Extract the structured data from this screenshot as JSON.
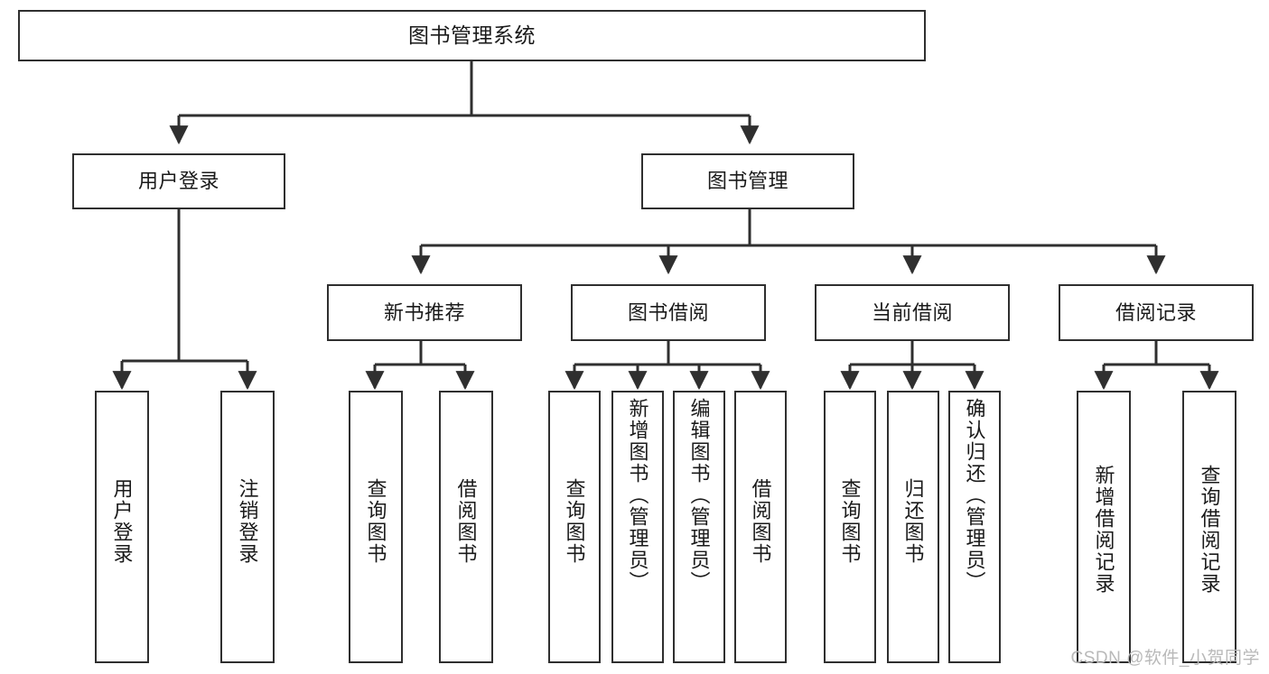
{
  "diagram": {
    "type": "tree-hierarchy",
    "title": "图书管理系统",
    "watermark": "CSDN @软件_小贺同学",
    "colors": {
      "box_border": "#2f2f2f",
      "box_fill": "#ffffff",
      "edge": "#2f2f2f",
      "text": "#1a1a1a",
      "watermark": "#b9b9b9"
    },
    "levels": {
      "root": "图书管理系统",
      "level2": [
        "用户登录",
        "图书管理"
      ],
      "level3": [
        "新书推荐",
        "图书借阅",
        "当前借阅",
        "借阅记录"
      ]
    },
    "nodes": {
      "root": {
        "label": "图书管理系统"
      },
      "user_login": {
        "label": "用户登录"
      },
      "book_manage": {
        "label": "图书管理"
      },
      "new_book_rec": {
        "label": "新书推荐"
      },
      "book_borrow": {
        "label": "图书借阅"
      },
      "current_borrow": {
        "label": "当前借阅"
      },
      "borrow_record": {
        "label": "借阅记录"
      },
      "leaf_user_login": {
        "label": "用户登录"
      },
      "leaf_user_logout": {
        "label": "注销登录"
      },
      "leaf_query_book_1": {
        "label": "查询图书"
      },
      "leaf_borrow_book_1": {
        "label": "借阅图书"
      },
      "leaf_query_book_2": {
        "label": "查询图书"
      },
      "leaf_add_book": {
        "label": "新增图书（管理员）"
      },
      "leaf_edit_book": {
        "label": "编辑图书（管理员）"
      },
      "leaf_borrow_book_2": {
        "label": "借阅图书"
      },
      "leaf_query_book_3": {
        "label": "查询图书"
      },
      "leaf_return_book": {
        "label": "归还图书"
      },
      "leaf_confirm_return": {
        "label": "确认归还（管理员）"
      },
      "leaf_add_record": {
        "label": "新增借阅记录"
      },
      "leaf_query_record": {
        "label": "查询借阅记录"
      }
    },
    "edges": [
      {
        "from": "root",
        "to": "user_login"
      },
      {
        "from": "root",
        "to": "book_manage"
      },
      {
        "from": "user_login",
        "to": "leaf_user_login"
      },
      {
        "from": "user_login",
        "to": "leaf_user_logout"
      },
      {
        "from": "book_manage",
        "to": "new_book_rec"
      },
      {
        "from": "book_manage",
        "to": "book_borrow"
      },
      {
        "from": "book_manage",
        "to": "current_borrow"
      },
      {
        "from": "book_manage",
        "to": "borrow_record"
      },
      {
        "from": "new_book_rec",
        "to": "leaf_query_book_1"
      },
      {
        "from": "new_book_rec",
        "to": "leaf_borrow_book_1"
      },
      {
        "from": "book_borrow",
        "to": "leaf_query_book_2"
      },
      {
        "from": "book_borrow",
        "to": "leaf_add_book"
      },
      {
        "from": "book_borrow",
        "to": "leaf_edit_book"
      },
      {
        "from": "book_borrow",
        "to": "leaf_borrow_book_2"
      },
      {
        "from": "current_borrow",
        "to": "leaf_query_book_3"
      },
      {
        "from": "current_borrow",
        "to": "leaf_return_book"
      },
      {
        "from": "current_borrow",
        "to": "leaf_confirm_return"
      },
      {
        "from": "borrow_record",
        "to": "leaf_add_record"
      },
      {
        "from": "borrow_record",
        "to": "leaf_query_record"
      }
    ]
  }
}
